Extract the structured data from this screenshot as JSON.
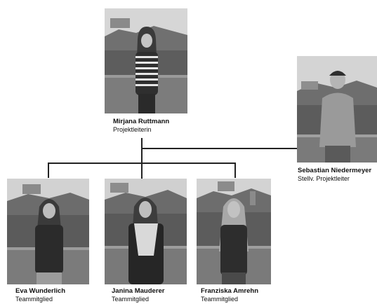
{
  "members": {
    "lead": {
      "name": "Mirjana Ruttmann",
      "role": "Projektleiterin"
    },
    "deputy": {
      "name": "Sebastian Niedermeyer",
      "role": "Stellv. Projektleiter"
    },
    "m1": {
      "name": "Eva Wunderlich",
      "role": "Teammitglied"
    },
    "m2": {
      "name": "Janina Mauderer",
      "role": "Teammitglied"
    },
    "m3": {
      "name": "Franziska Amrehn",
      "role": "Teammitglied"
    }
  },
  "colors": {
    "line": "#222222",
    "sky": "#d8d8d8",
    "hill": "#6f6f6f",
    "roofs": "#5a5a5a",
    "railing": "#8c8c8c"
  }
}
